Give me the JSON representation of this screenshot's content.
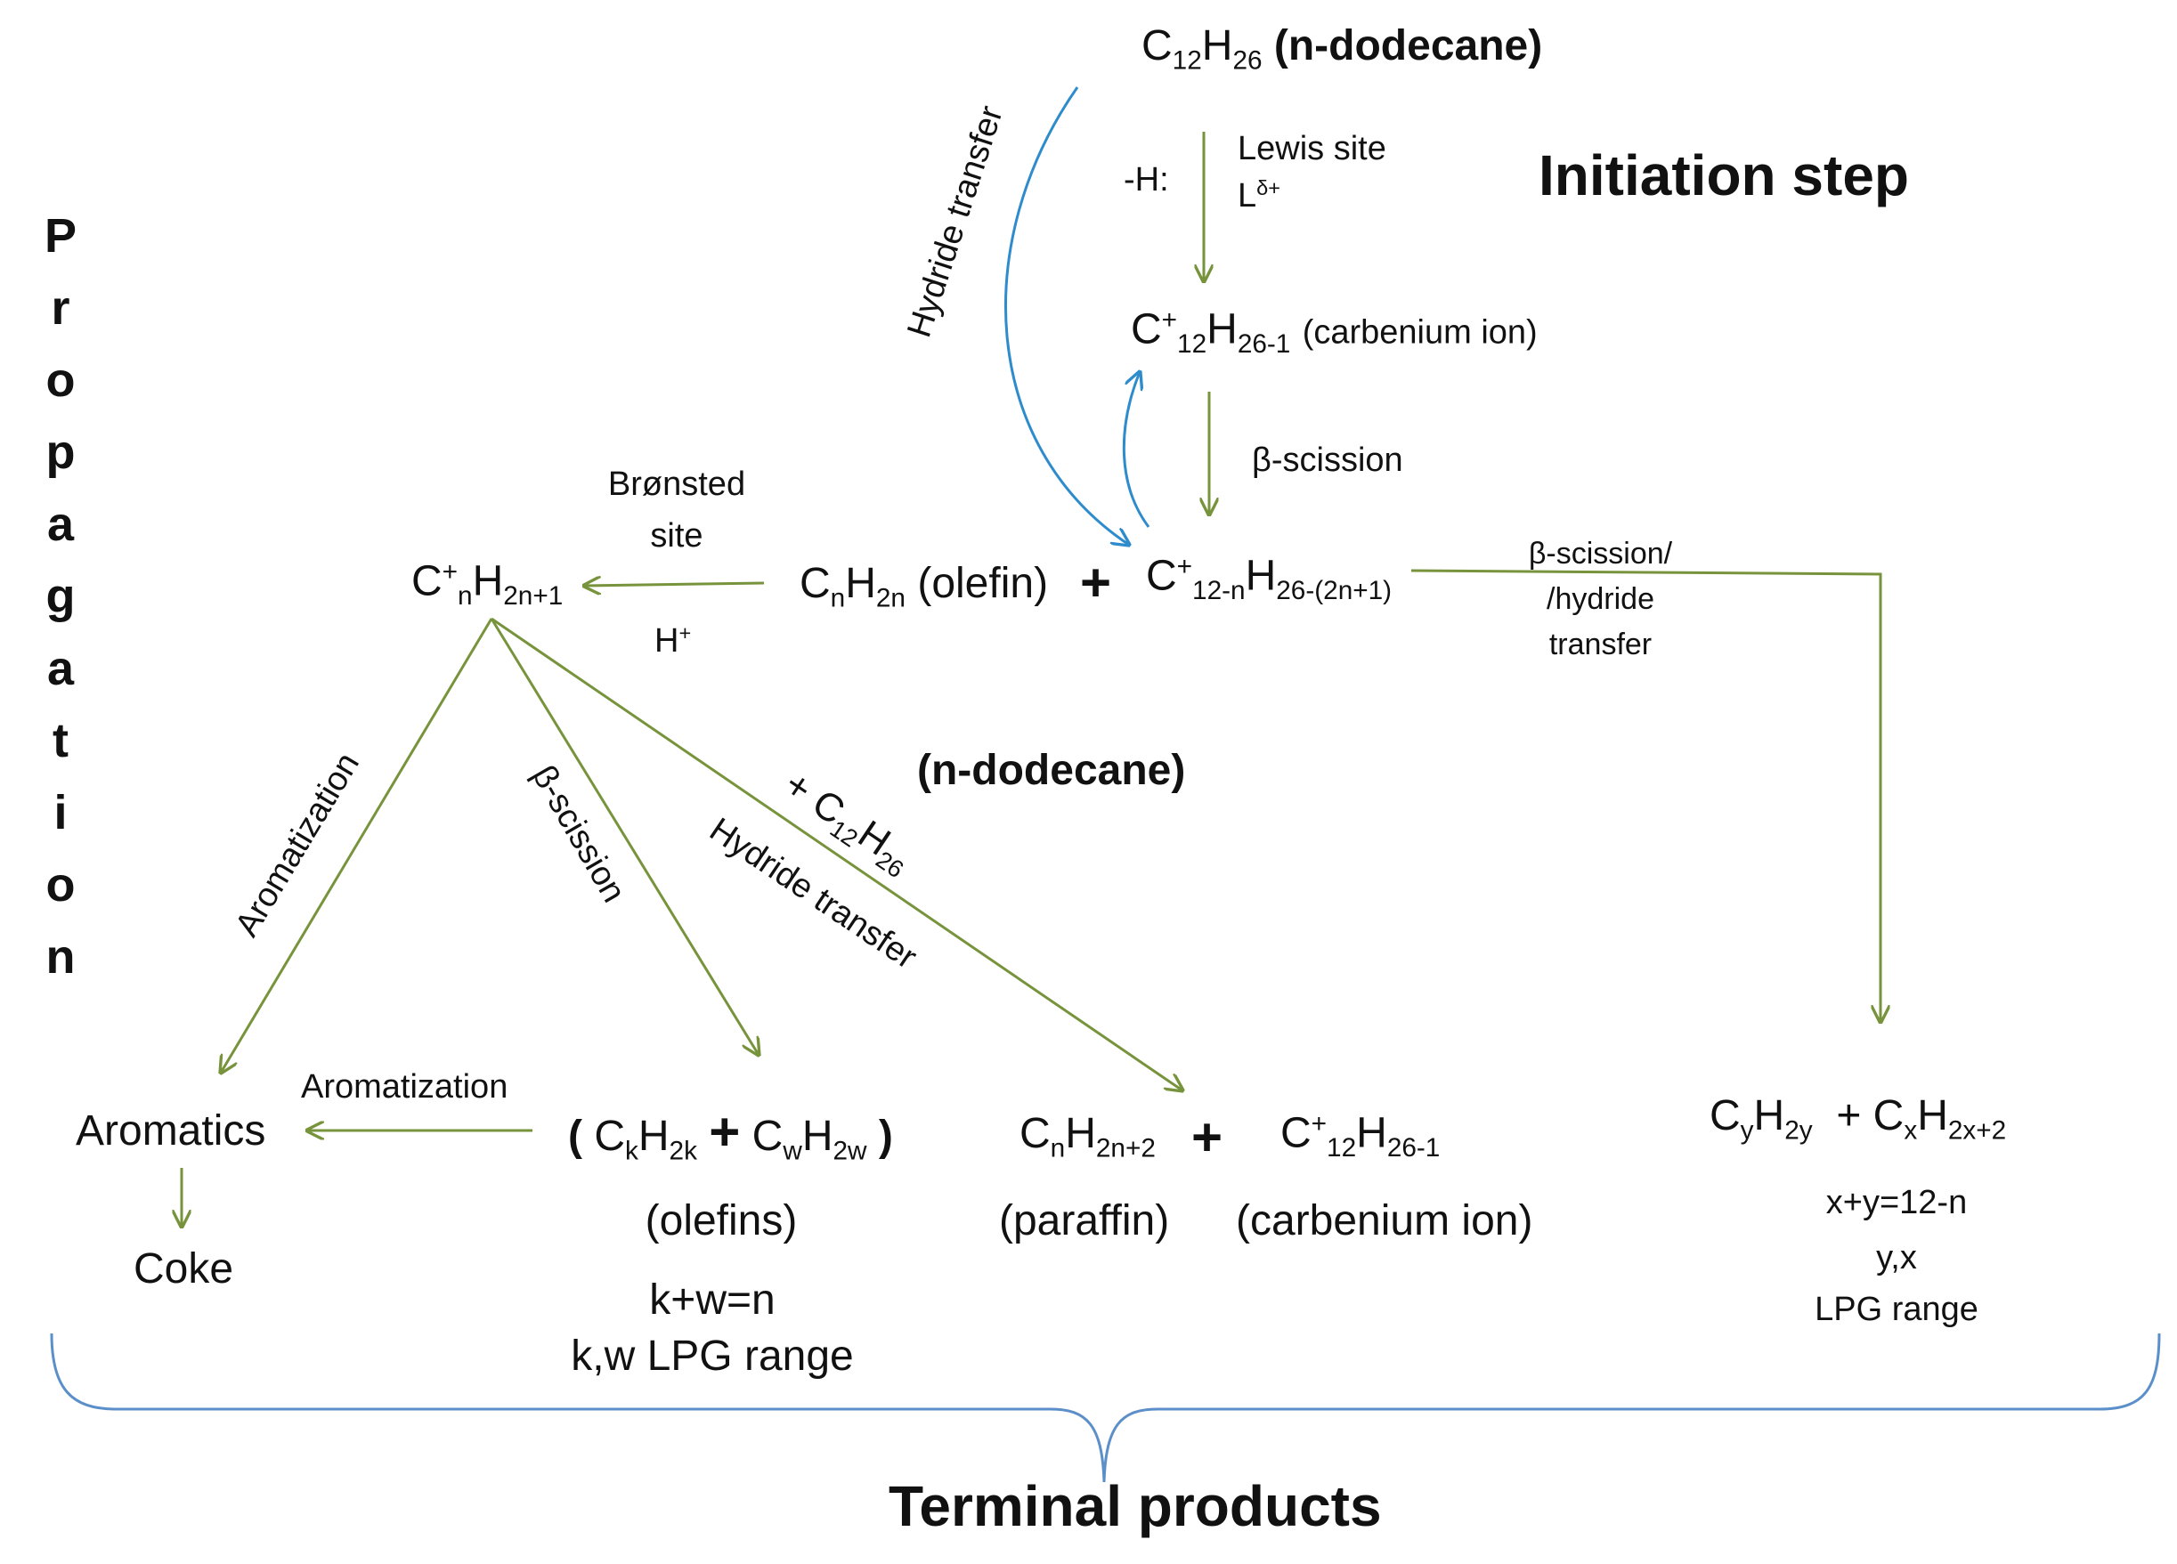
{
  "labels": {
    "initiation_step": "Initiation step",
    "propagation_letters": [
      "P",
      "r",
      "o",
      "p",
      "a",
      "g",
      "a",
      "t",
      "i",
      "o",
      "n"
    ],
    "terminal_products": "Terminal products",
    "dodecane_name_top": "(n-dodecane)",
    "lewis_site": "Lewis site",
    "minus_h": "-H:",
    "carbenium_ion_top": "(carbenium ion)",
    "beta_scission_main": "β-scission",
    "bronsted_site_1": "Brønsted",
    "bronsted_site_2": "site",
    "olefin_name": "(olefin)",
    "hydride_transfer_top": "Hydride transfer",
    "beta_hydride_1": "β-scission/",
    "beta_hydride_2": "/hydride",
    "beta_hydride_3": "transfer",
    "dodecane_name_mid": "(n-dodecane)",
    "aromatization_diag": "Aromatization",
    "beta_scission_diag": "β-scission",
    "hydride_transfer_diag": "Hydride transfer",
    "aromatization_horiz": "Aromatization",
    "aromatics": "Aromatics",
    "coke": "Coke",
    "olefins_name": "(olefins)",
    "kw_eq": "k+w=n",
    "kw_range": "k,w LPG range",
    "paraffin_name": "(paraffin)",
    "carbenium_ion_bottom": "(carbenium ion)",
    "xy_eq": "x+y=12-n",
    "yx": "y,x",
    "lpg_range": "LPG range"
  },
  "colors": {
    "arrow_green": "#77933c",
    "arrow_blue": "#2e8ccc",
    "brace_blue": "#5b8fc9",
    "text": "#111111"
  }
}
